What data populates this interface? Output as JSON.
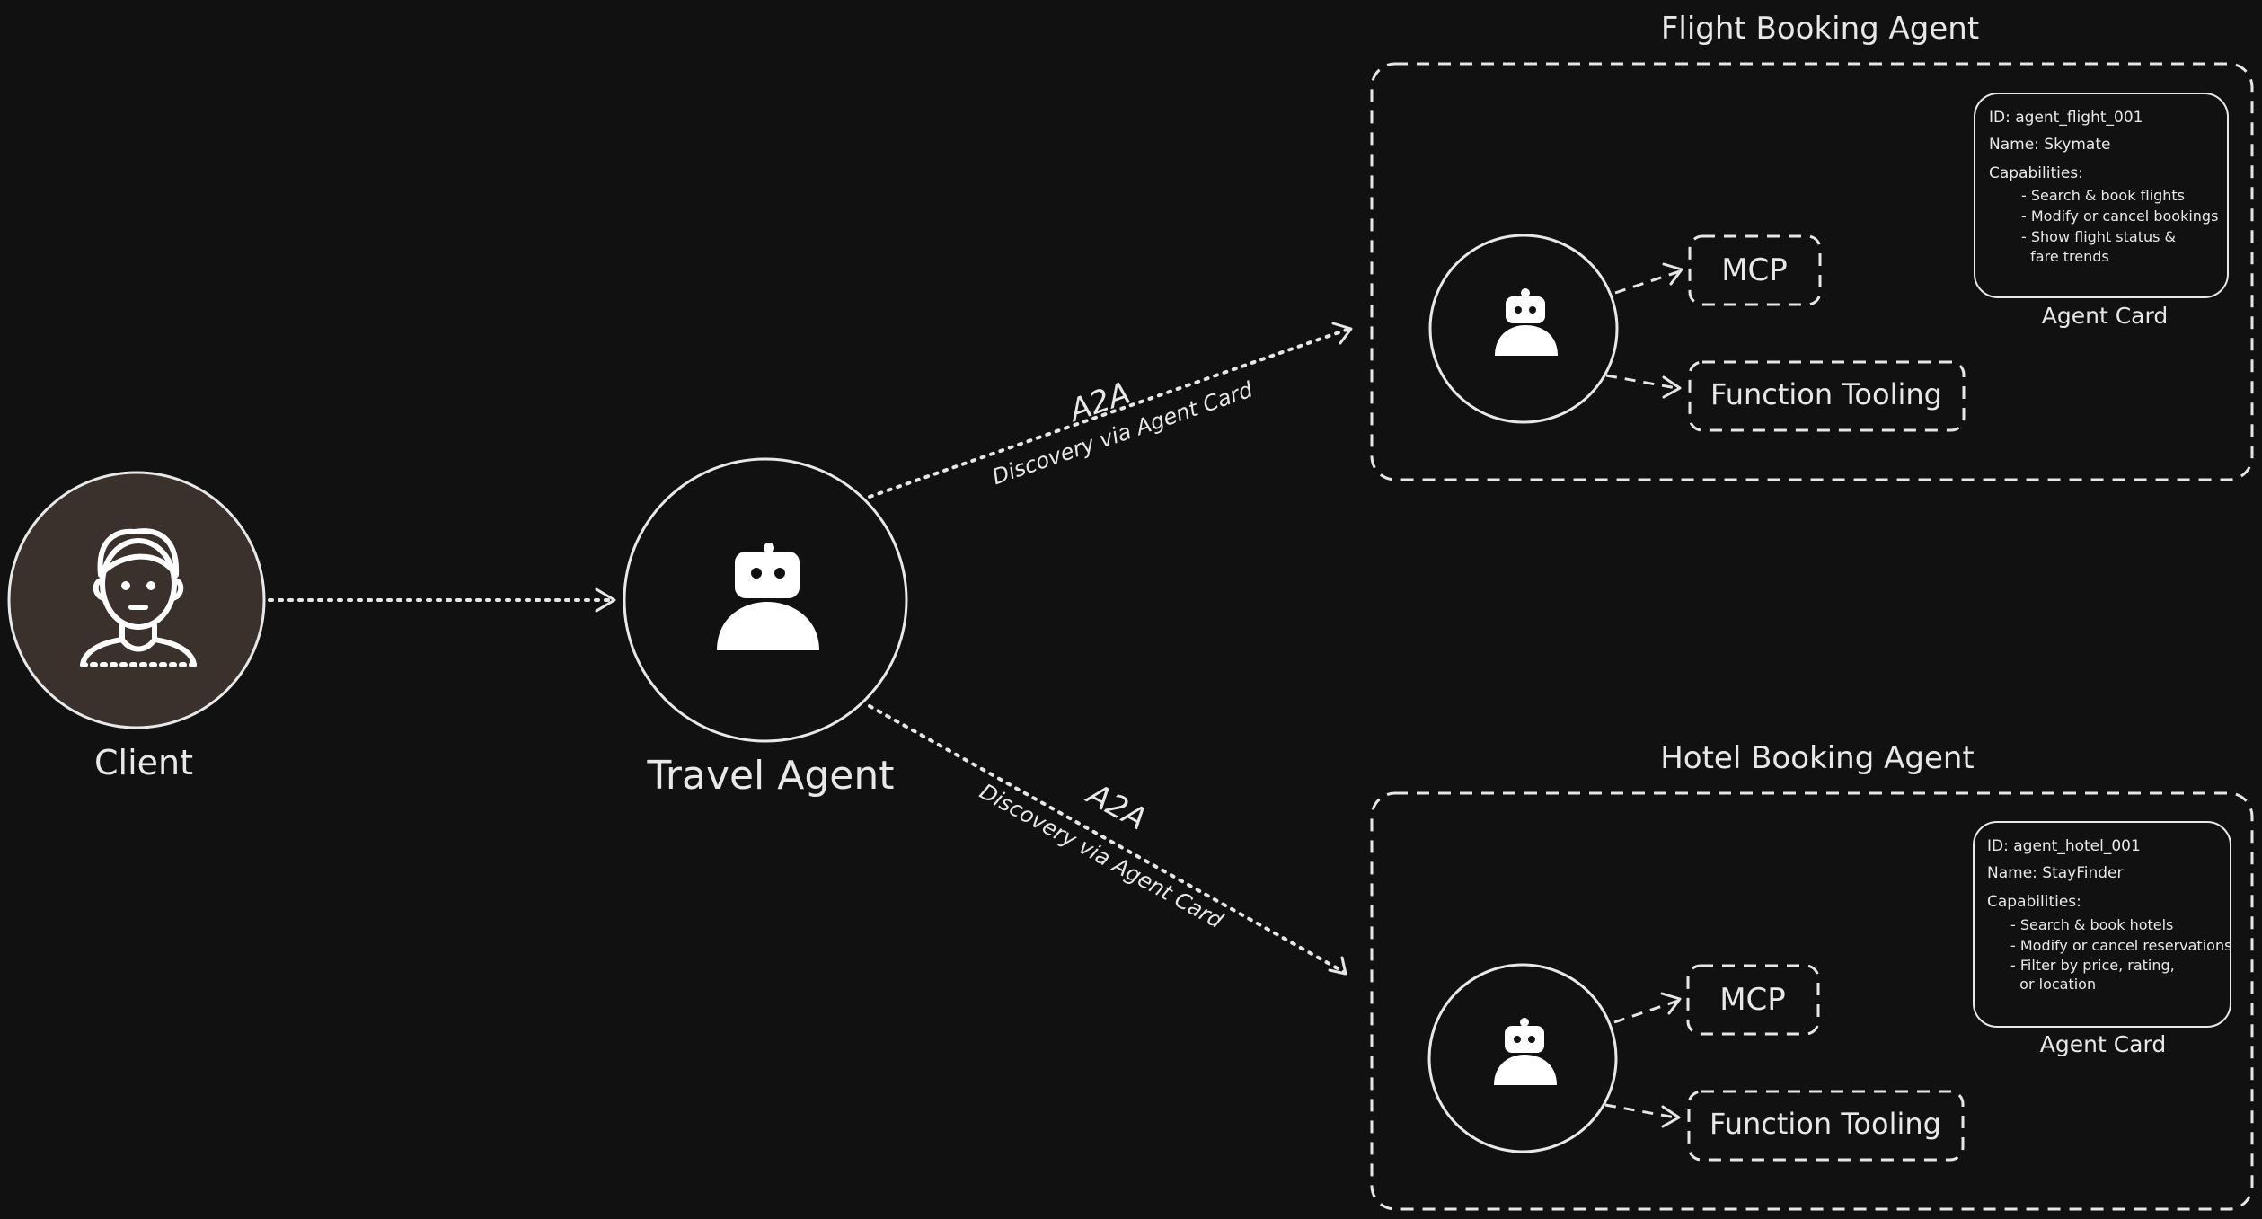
{
  "client": {
    "label": "Client"
  },
  "travel_agent": {
    "label": "Travel Agent"
  },
  "connections": {
    "top": {
      "protocol": "A2A",
      "caption": "Discovery via Agent Card"
    },
    "bottom": {
      "protocol": "A2A",
      "caption": "Discovery via Agent Card"
    }
  },
  "flight_agent": {
    "title": "Flight Booking Agent",
    "mcp_label": "MCP",
    "tooling_label": "Function Tooling",
    "card": {
      "caption": "Agent Card",
      "id": "ID: agent_flight_001",
      "name": "Name: Skymate",
      "capabilities_label": "Capabilities:",
      "capabilities": [
        "- Search & book flights",
        "- Modify or cancel bookings",
        "- Show flight status &",
        "  fare trends"
      ]
    }
  },
  "hotel_agent": {
    "title": "Hotel Booking Agent",
    "mcp_label": "MCP",
    "tooling_label": "Function Tooling",
    "card": {
      "caption": "Agent Card",
      "id": "ID: agent_hotel_001",
      "name": "Name: StayFinder",
      "capabilities_label": "Capabilities:",
      "capabilities": [
        "- Search & book hotels",
        "- Modify or cancel reservations",
        "- Filter by price, rating,",
        "  or location"
      ]
    }
  },
  "colors": {
    "background": "#111111",
    "stroke": "#e8e8e8",
    "client_fill": "#3a302c"
  }
}
